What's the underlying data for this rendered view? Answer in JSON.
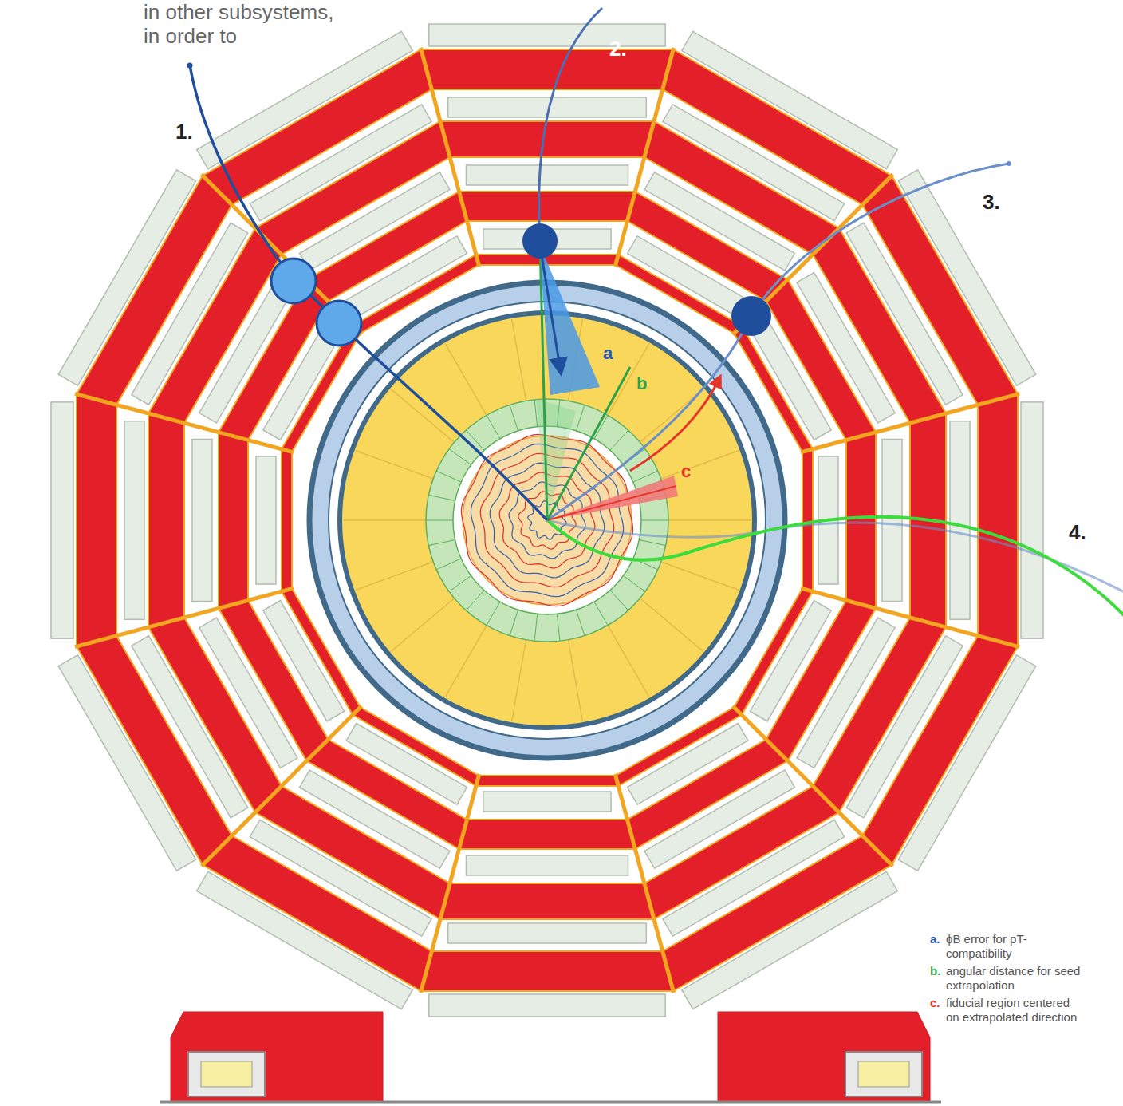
{
  "diagram": {
    "labels": [
      "in other subsystems,",
      "in order to",
      "1.",
      "2.",
      "3.",
      "4.",
      "a",
      "b",
      "c",
      "a.",
      "ϕB error for pT-compatibility",
      "b.",
      "angular distance for seed extrapolation",
      "c.",
      "fiducial region centered on extrapolated direction"
    ]
  }
}
